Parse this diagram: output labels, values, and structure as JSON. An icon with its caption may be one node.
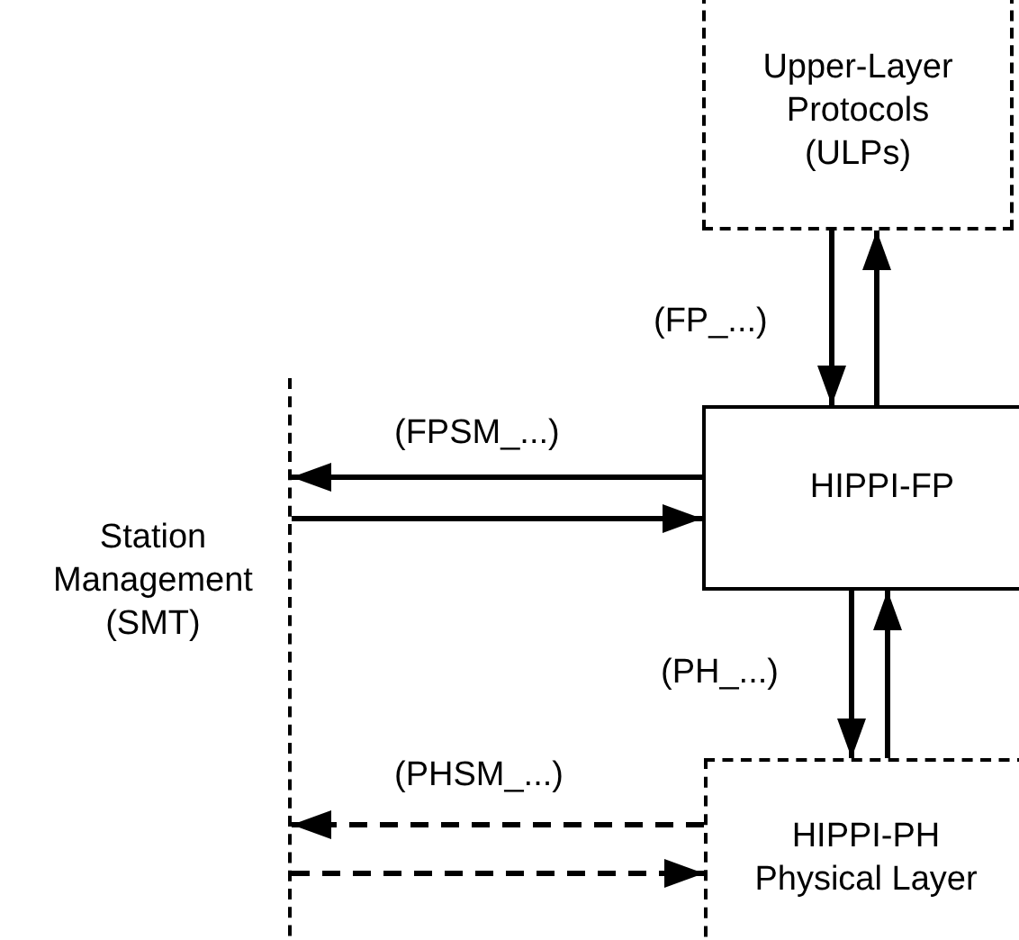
{
  "diagram": {
    "nodes": [
      {
        "text": [
          "Upper-Layer Protocols (ULPs)"
        ]
      },
      {
        "text": [
          "Station Management (SMT)"
        ]
      },
      {
        "text": [
          "HIPPI-FP"
        ]
      },
      {
        "text": [
          "HIPPI-PH Physical Layer"
        ]
      }
    ],
    "edges": [
      {
        "from": 2,
        "to": 0,
        "arrow": "to"
      },
      {
        "from": 0,
        "to": 2,
        "arrow": "to",
        "label": "(FP_...)"
      },
      {
        "from": 2,
        "to": 1,
        "arrow": "to",
        "label": "(FPSM_...)"
      },
      {
        "from": 1,
        "to": 2,
        "arrow": "to"
      },
      {
        "from": 2,
        "to": 3,
        "arrow": "to",
        "label": "(PH_...)"
      },
      {
        "from": 3,
        "to": 2,
        "arrow": "to"
      },
      {
        "from": 3,
        "to": 1,
        "arrow": "to",
        "style": "dashed",
        "label": "(PHSM_...)"
      },
      {
        "from": 1,
        "to": 3,
        "arrow": "to",
        "style": "dashed"
      }
    ]
  }
}
